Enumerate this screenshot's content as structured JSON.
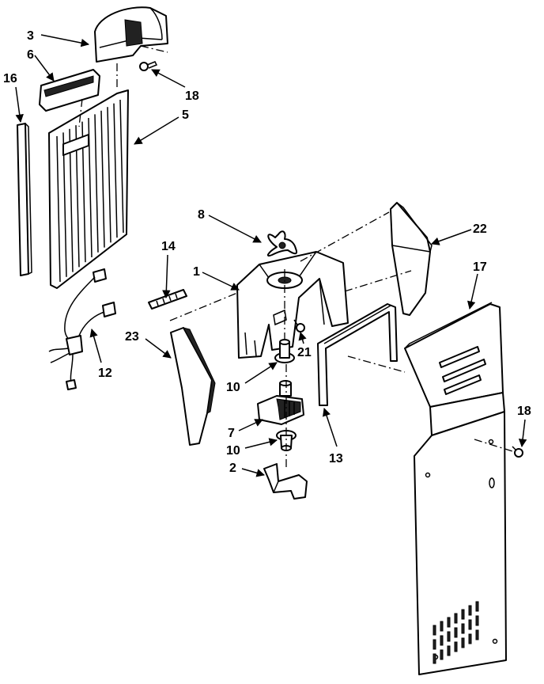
{
  "labels": {
    "p1": "1",
    "p2": "2",
    "p3": "3",
    "p5": "5",
    "p6": "6",
    "p7": "7",
    "p8": "8",
    "p10a": "10",
    "p10b": "10",
    "p12": "12",
    "p13": "13",
    "p14": "14",
    "p16": "16",
    "p17": "17",
    "p18a": "18",
    "p18b": "18",
    "p21": "21",
    "p22": "22",
    "p23": "23"
  }
}
